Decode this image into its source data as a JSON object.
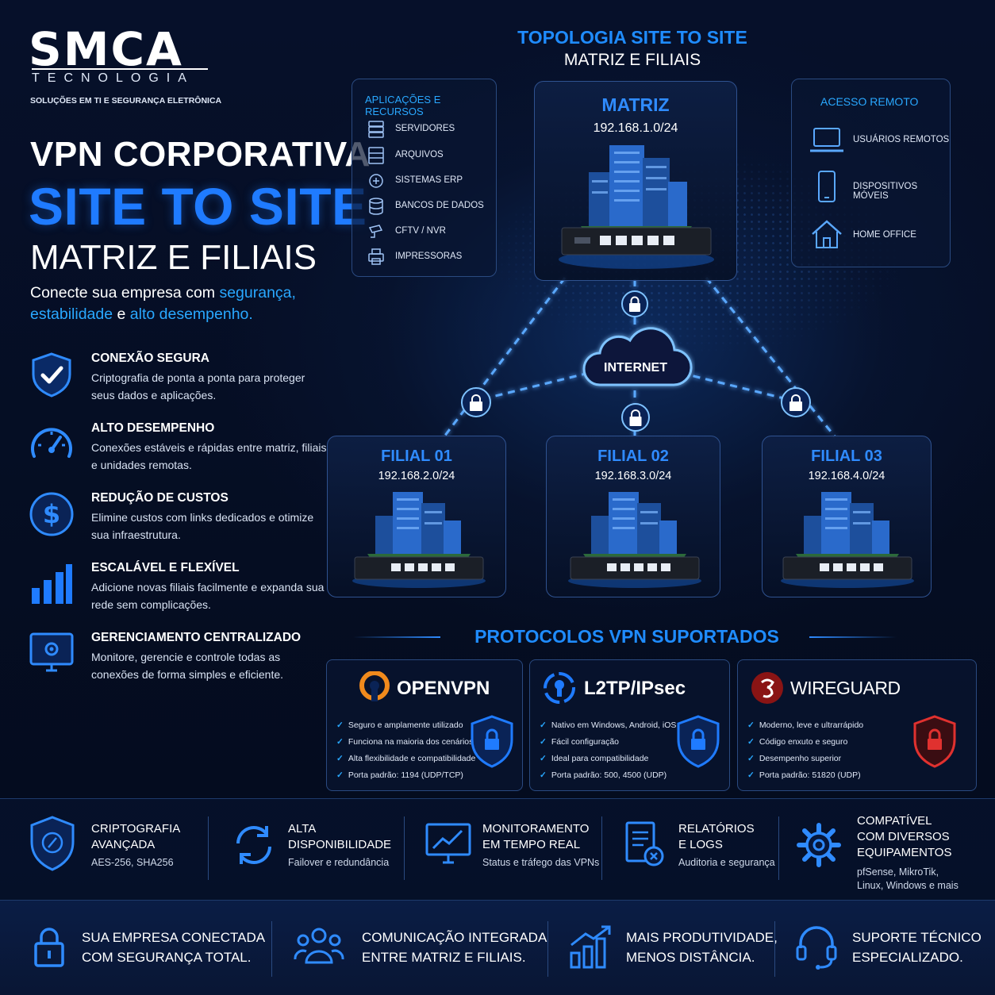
{
  "logo": {
    "main": "SMCA",
    "sub": "TECNOLOGIA",
    "tagline": "SOLUÇÕES EM TI E SEGURANÇA ELETRÔNICA"
  },
  "hero": {
    "line1": "VPN CORPORATIVA",
    "line2": "SITE TO SITE",
    "line3": "MATRIZ E FILIAIS"
  },
  "intro": {
    "p1": "Conecte sua empresa com ",
    "h1": "segurança,",
    "p2": "estabilidade",
    "p3": " e ",
    "h2": "alto desempenho."
  },
  "features": [
    {
      "icon": "shield-check-icon",
      "title": "CONEXÃO SEGURA",
      "desc": "Criptografia de ponta a ponta para proteger seus dados e aplicações."
    },
    {
      "icon": "speedometer-icon",
      "title": "ALTO DESEMPENHO",
      "desc": "Conexões estáveis e rápidas entre matriz, filiais e unidades remotas."
    },
    {
      "icon": "dollar-icon",
      "title": "REDUÇÃO DE CUSTOS",
      "desc": "Elimine custos com links dedicados e otimize sua infraestrutura."
    },
    {
      "icon": "bar-chart-icon",
      "title": "ESCALÁVEL E FLEXÍVEL",
      "desc": "Adicione novas filiais facilmente e expanda sua rede sem complicações."
    },
    {
      "icon": "monitor-gear-icon",
      "title": "GERENCIAMENTO CENTRALIZADO",
      "desc": "Monitore, gerencie e controle todas as conexões de forma simples e eficiente."
    }
  ],
  "topology": {
    "title": "TOPOLOGIA SITE TO SITE",
    "subtitle": "MATRIZ E FILIAIS"
  },
  "apps": {
    "header": "APLICAÇÕES E RECURSOS",
    "items": [
      "SERVIDORES",
      "ARQUIVOS",
      "SISTEMAS ERP",
      "BANCOS DE DADOS",
      "CFTV / NVR",
      "IMPRESSORAS"
    ]
  },
  "remote": {
    "header": "ACESSO REMOTO",
    "items": [
      "USUÁRIOS REMOTOS",
      "DISPOSITIVOS MÓVEIS",
      "HOME OFFICE"
    ]
  },
  "matriz": {
    "name": "MATRIZ",
    "ip": "192.168.1.0/24"
  },
  "internet": "INTERNET",
  "filiais": [
    {
      "name": "FILIAL 01",
      "ip": "192.168.2.0/24"
    },
    {
      "name": "FILIAL 02",
      "ip": "192.168.3.0/24"
    },
    {
      "name": "FILIAL 03",
      "ip": "192.168.4.0/24"
    }
  ],
  "protocols": {
    "title": "PROTOCOLOS VPN SUPORTADOS",
    "cards": [
      {
        "name": "OPENVPN",
        "items": [
          "Seguro e amplamente utilizado",
          "Funciona na maioria dos cenários",
          "Alta flexibilidade e compatibilidade",
          "Porta padrão: 1194 (UDP/TCP)"
        ],
        "accent": "#1f7bff"
      },
      {
        "name": "L2TP/IPsec",
        "items": [
          "Nativo em Windows, Android, iOS",
          "Fácil configuração",
          "Ideal para compatibilidade",
          "Porta padrão: 500, 4500 (UDP)"
        ],
        "accent": "#1f7bff"
      },
      {
        "name": "WIREGUARD",
        "items": [
          "Moderno, leve e ultrarrápido",
          "Código enxuto e seguro",
          "Desempenho superior",
          "Porta padrão: 51820 (UDP)"
        ],
        "accent": "#d32a2a"
      }
    ]
  },
  "benefits": [
    {
      "l1": "CRIPTOGRAFIA",
      "l2": "AVANÇADA",
      "sub": "AES-256, SHA256"
    },
    {
      "l1": "ALTA",
      "l2": "DISPONIBILIDADE",
      "sub": "Failover e redundância"
    },
    {
      "l1": "MONITORAMENTO",
      "l2": "EM TEMPO REAL",
      "sub": "Status e tráfego das VPNs"
    },
    {
      "l1": "RELATÓRIOS",
      "l2": "E LOGS",
      "sub": "Auditoria e segurança"
    },
    {
      "l1": "COMPATÍVEL",
      "l2": "COM DIVERSOS",
      "l3": "EQUIPAMENTOS",
      "sub1": "pfSense, MikroTik,",
      "sub2": "Linux, Windows e mais"
    }
  ],
  "footer": [
    {
      "l1": "SUA EMPRESA CONECTADA",
      "l2": "COM SEGURANÇA TOTAL."
    },
    {
      "l1": "COMUNICAÇÃO INTEGRADA",
      "l2": "ENTRE MATRIZ E FILIAIS."
    },
    {
      "l1": "MAIS PRODUTIVIDADE,",
      "l2": "MENOS DISTÂNCIA."
    },
    {
      "l1": "SUPORTE TÉCNICO",
      "l2": "ESPECIALIZADO."
    }
  ]
}
